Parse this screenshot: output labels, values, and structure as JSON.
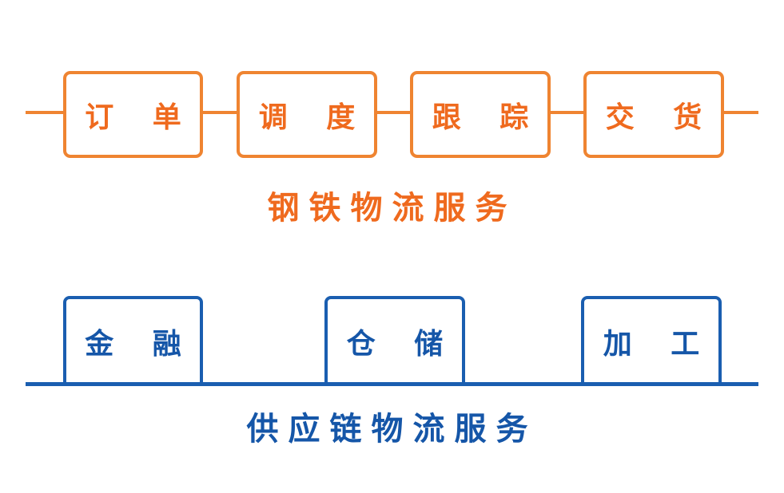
{
  "colors": {
    "orange": "#ef8431",
    "orange_text": "#ef6a1e",
    "blue": "#1a5eb0",
    "blue_text": "#1556a8"
  },
  "steel": {
    "steps": [
      "订 单",
      "调 度",
      "跟 踪",
      "交 货"
    ],
    "caption": "钢铁物流服务"
  },
  "supply": {
    "items": [
      "金 融",
      "仓 储",
      "加 工"
    ],
    "caption": "供应链物流服务"
  }
}
